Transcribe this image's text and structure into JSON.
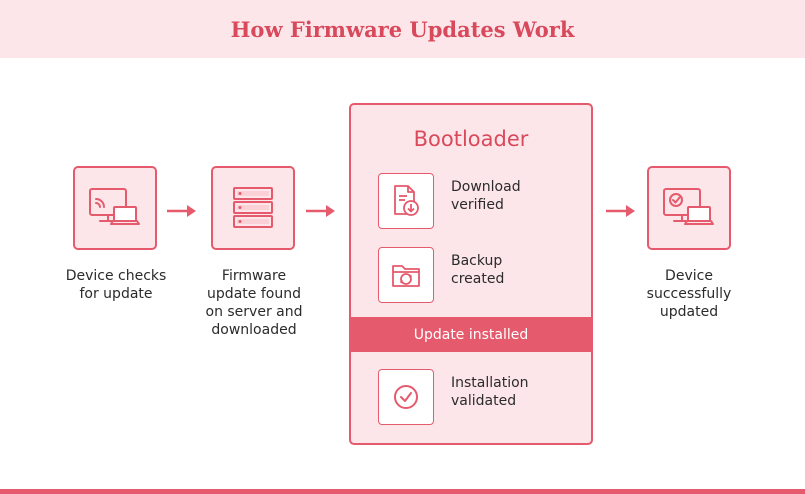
{
  "title": "How Firmware Updates Work",
  "steps": [
    {
      "label": "Device checks\nfor update",
      "icon": "wifi-monitor-laptop-icon"
    },
    {
      "label": "Firmware\nupdate found\non server and\ndownloaded",
      "icon": "server-rack-icon"
    },
    {
      "label": "Device\nsuccessfully\nupdated",
      "icon": "monitor-laptop-check-icon"
    }
  ],
  "bootloader": {
    "title": "Bootloader",
    "steps": [
      {
        "label": "Download\nverified",
        "icon": "document-download-icon"
      },
      {
        "label": "Backup\ncreated",
        "icon": "folder-sync-icon"
      },
      {
        "label": "Installation\nvalidated",
        "icon": "check-circle-icon"
      }
    ],
    "band": "Update installed"
  },
  "colors": {
    "accent": "#e55a6c",
    "title": "#d9495c",
    "fill": "#fde6ea"
  }
}
